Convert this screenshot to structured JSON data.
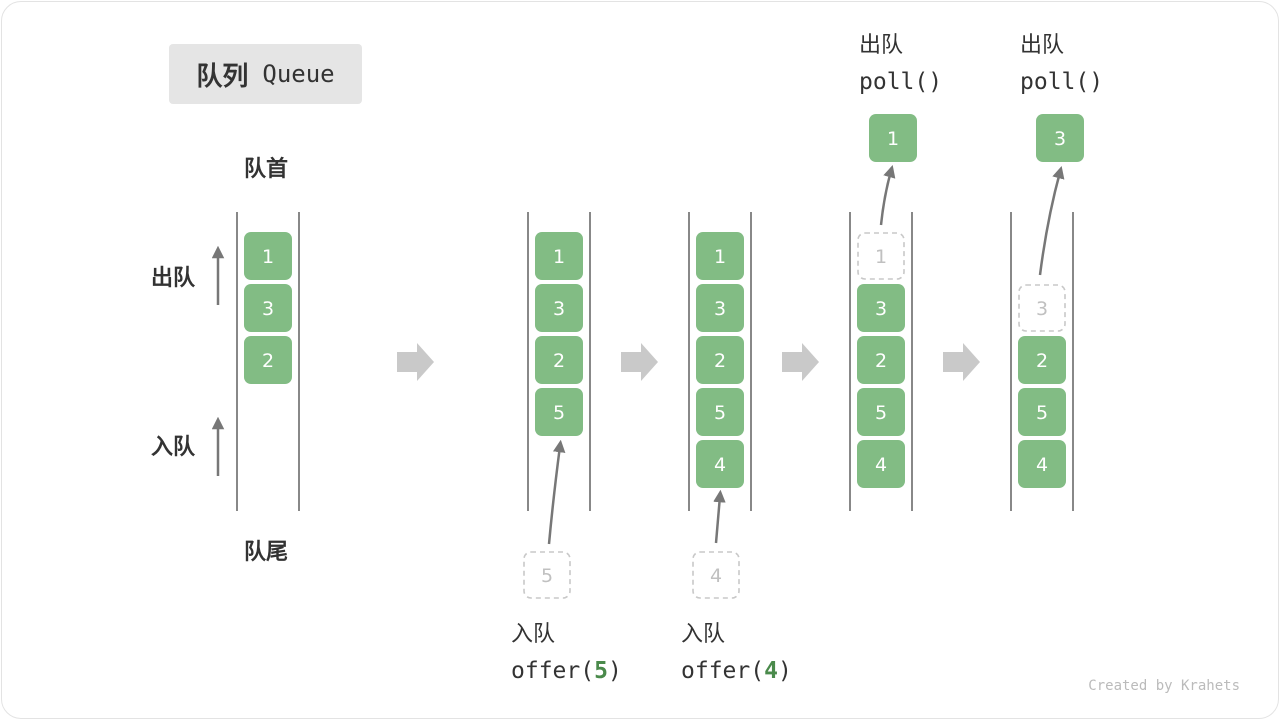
{
  "title": {
    "zh": "队列",
    "en": "Queue"
  },
  "labels": {
    "front": "队首",
    "rear": "队尾",
    "dequeue": "出队",
    "enqueue": "入队"
  },
  "states": [
    {
      "cells": [
        "1",
        "3",
        "2"
      ]
    },
    {
      "cells": [
        "1",
        "3",
        "2",
        "5"
      ],
      "incoming": "5",
      "caption": {
        "zh": "入队",
        "code_prefix": "offer(",
        "arg": "5",
        "code_suffix": ")"
      }
    },
    {
      "cells": [
        "1",
        "3",
        "2",
        "5",
        "4"
      ],
      "incoming": "4",
      "caption": {
        "zh": "入队",
        "code_prefix": "offer(",
        "arg": "4",
        "code_suffix": ")"
      }
    },
    {
      "ghost": "1",
      "cells": [
        "3",
        "2",
        "5",
        "4"
      ],
      "removed": "1",
      "caption": {
        "zh": "出队",
        "code": "poll()"
      }
    },
    {
      "ghost": "3",
      "cells": [
        "2",
        "5",
        "4"
      ],
      "removed": "3",
      "caption": {
        "zh": "出队",
        "code": "poll()"
      }
    }
  ],
  "credit": "Created by Krahets",
  "colors": {
    "cell_fill": "#82bc84",
    "cell_text": "#ffffff",
    "ghost_border": "#c8c8c8",
    "ghost_text": "#c0c0c0",
    "arrow": "#777777",
    "step_arrow": "#c9c9c9",
    "wall": "#555555",
    "accent": "#4a8a4b"
  }
}
